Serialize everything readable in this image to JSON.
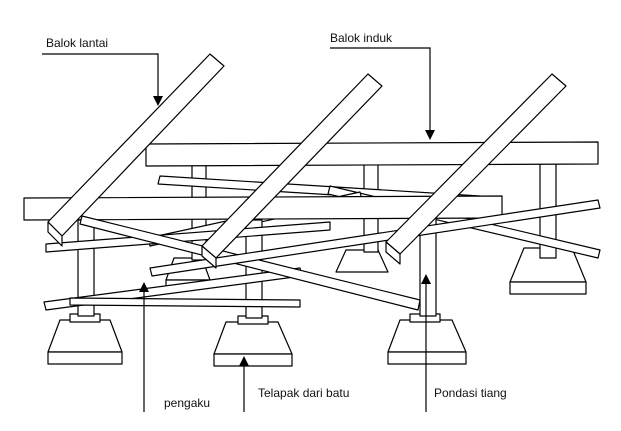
{
  "labels": {
    "balok_lantai": "Balok lantai",
    "balok_induk": "Balok induk",
    "pengaku": "pengaku",
    "telapak": "Telapak dari batu",
    "pondasi": "Pondasi tiang"
  },
  "colors": {
    "stroke": "#000000",
    "fill": "#ffffff"
  }
}
